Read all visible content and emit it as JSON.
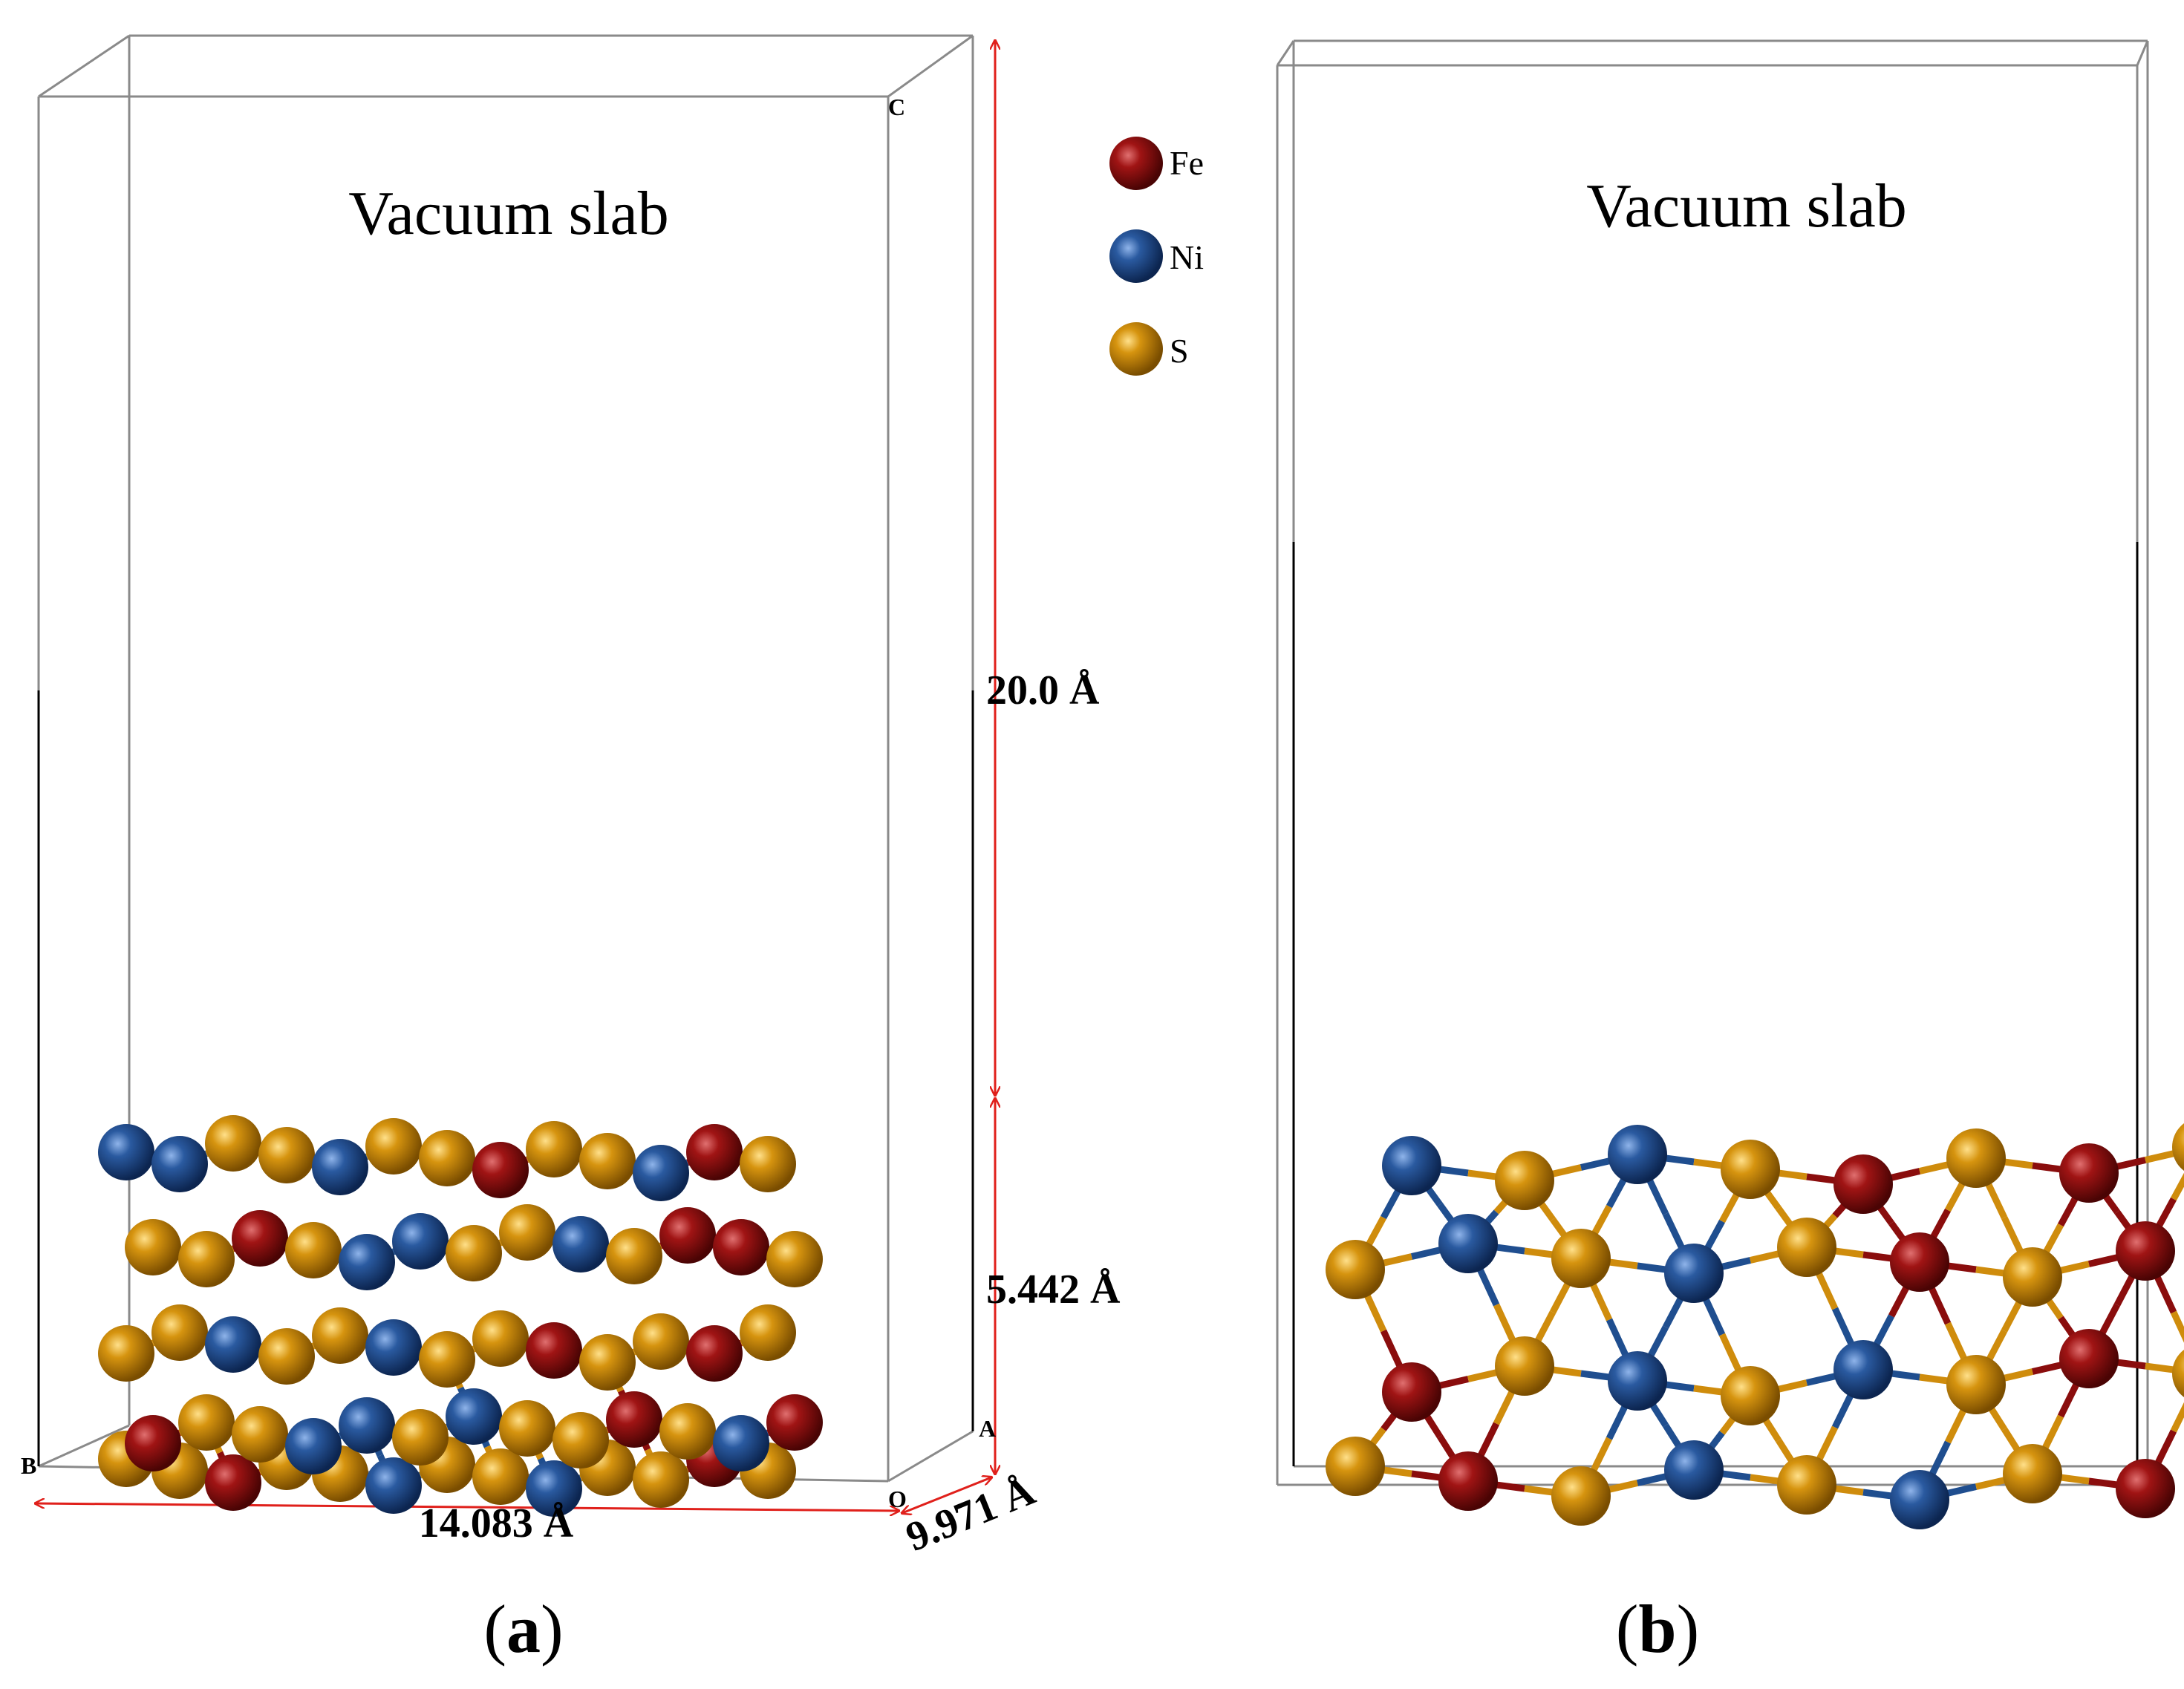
{
  "panel_a": {
    "vacuum_label": "Vacuum slab",
    "axis_labels": {
      "c": "C",
      "a": "A",
      "b": "B",
      "o": "O"
    },
    "dimensions": {
      "vacuum_height": "20.0 Å",
      "slab_height": "5.442 Å",
      "width": "14.083 Å",
      "depth": "9.971 Å"
    },
    "caption": {
      "open": "(",
      "letter": "a",
      "close": ")"
    }
  },
  "panel_b": {
    "vacuum_label": "Vacuum slab",
    "caption": {
      "open": "(",
      "letter": "b",
      "close": ")"
    }
  },
  "legend": [
    {
      "element": "Fe",
      "color": "#8a0d0d"
    },
    {
      "element": "Ni",
      "color": "#1f4e8f"
    },
    {
      "element": "S",
      "color": "#cf8c0c"
    }
  ],
  "colors": {
    "dimension_arrow": "#e0201b",
    "cell_edge": "#8a8a8a"
  }
}
